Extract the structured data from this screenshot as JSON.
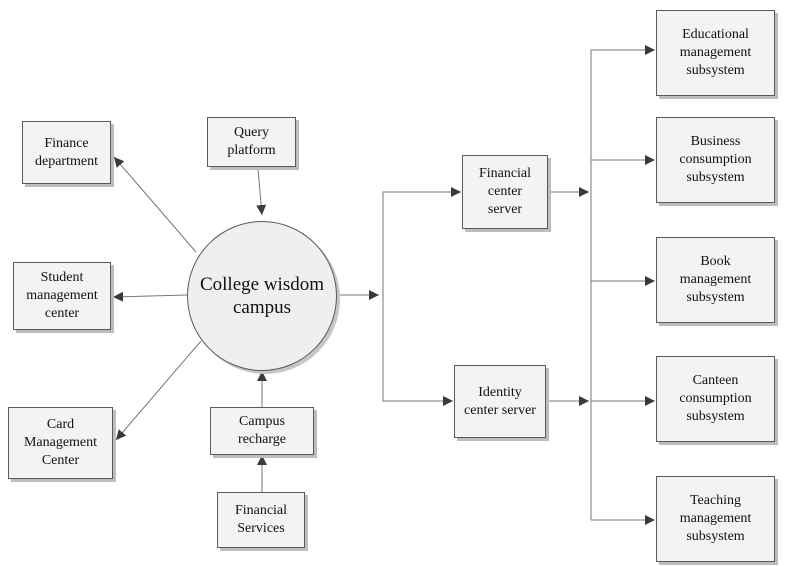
{
  "center": {
    "label": "College wisdom\ncampus"
  },
  "left_nodes": {
    "finance": "Finance\ndepartment",
    "student": "Student\nmanagement\ncenter",
    "card": "Card\nManagement\nCenter"
  },
  "input_nodes": {
    "query": "Query\nplatform",
    "recharge": "Campus\nrecharge",
    "financial_services": "Financial\nServices"
  },
  "servers": {
    "financial": "Financial\ncenter\nserver",
    "identity": "Identity\ncenter server"
  },
  "subsystems": {
    "educational": "Educational\nmanagement\nsubsystem",
    "business": "Business\nconsumption\nsubsystem",
    "book": "Book\nmanagement\nsubsystem",
    "canteen": "Canteen\nconsumption\nsubsystem",
    "teaching": "Teaching\nmanagement\nsubsystem"
  }
}
